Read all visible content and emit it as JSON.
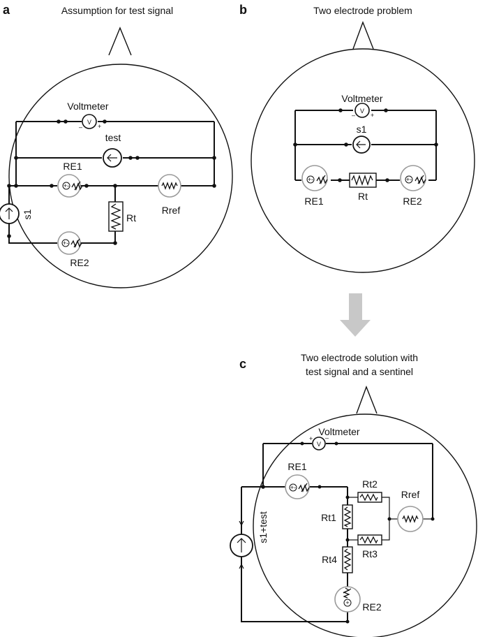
{
  "panels": {
    "a": {
      "letter": "a",
      "title": "Assumption for test signal",
      "labels": {
        "voltmeter": "Voltmeter",
        "test": "test",
        "re1": "RE1",
        "re2": "RE2",
        "rt": "Rt",
        "rref": "Rref",
        "s1": "s1"
      }
    },
    "b": {
      "letter": "b",
      "title": "Two electrode problem",
      "labels": {
        "voltmeter": "Voltmeter",
        "s1": "s1",
        "re1": "RE1",
        "rt": "Rt",
        "re2": "RE2"
      }
    },
    "c": {
      "letter": "c",
      "title_line1": "Two electrode solution with",
      "title_line2": "test signal and a sentinel",
      "labels": {
        "voltmeter": "Voltmeter",
        "re1": "RE1",
        "rt2": "Rt2",
        "rref": "Rref",
        "rt1": "Rt1",
        "s1_test": "s1+test",
        "rt3": "Rt3",
        "rt4": "Rt4",
        "re2": "RE2"
      }
    }
  },
  "symbols": {
    "voltmeter_glyph": "V",
    "plus": "+",
    "minus": "–",
    "electrode_pm": "+-"
  },
  "colors": {
    "wire": "#111111",
    "electrode_ring": "#9a9a9a",
    "flow_arrow": "#c8c8c8"
  }
}
